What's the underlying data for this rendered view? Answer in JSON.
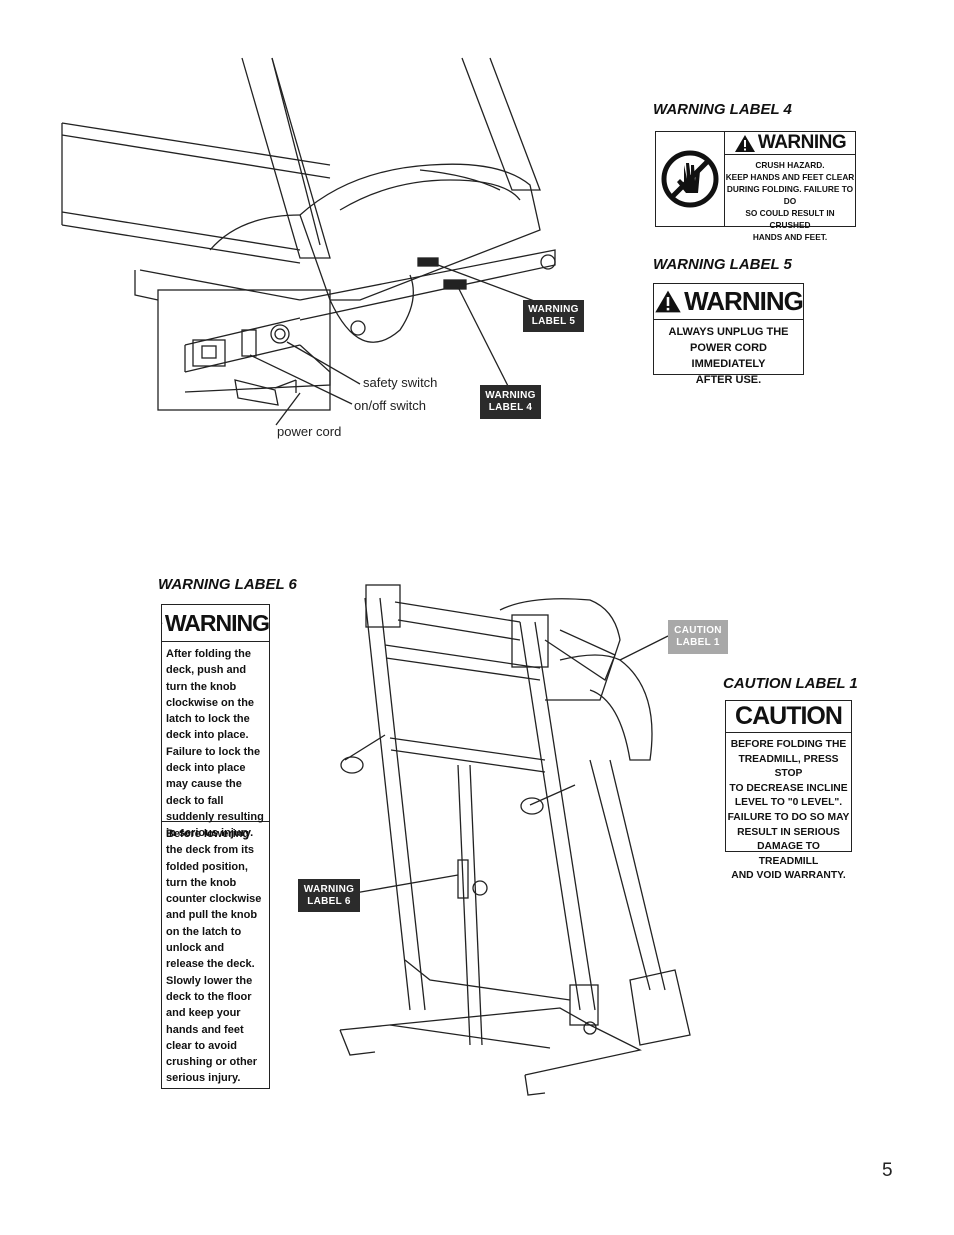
{
  "captions": {
    "warning_label_4": "WARNING LABEL 4",
    "warning_label_5": "WARNING LABEL 5",
    "warning_label_6": "WARNING LABEL 6",
    "caution_label_1": "CAUTION LABEL 1"
  },
  "callouts": {
    "warning_label_5": "WARNING\nLABEL 5",
    "warning_label_4": "WARNING\nLABEL 4",
    "caution_label_1": "CAUTION\nLABEL 1",
    "warning_label_6": "WARNING\nLABEL 6"
  },
  "diagram_labels": {
    "safety_switch": "safety switch",
    "on_off_switch": "on/off switch",
    "power_cord": "power cord"
  },
  "labels": {
    "wl4": {
      "heading": "WARNING",
      "body": "CRUSH HAZARD.\nKEEP HANDS AND FEET CLEAR\nDURING FOLDING. FAILURE TO DO\nSO COULD RESULT IN CRUSHED\nHANDS AND FEET."
    },
    "wl5": {
      "heading": "WARNING",
      "body": "ALWAYS UNPLUG THE\nPOWER CORD IMMEDIATELY\nAFTER USE."
    },
    "wl6": {
      "heading": "WARNING",
      "paragraph1": "After folding the deck, push and turn the knob clockwise on the latch to lock the deck into place. Failure to lock the deck into place may cause the deck to fall suddenly resulting in serious injury.",
      "paragraph2": "Before lowering the deck from its folded position, turn the knob counter clockwise and pull the knob on the latch to unlock and release the deck. Slowly lower the deck to the floor and keep your hands and feet clear to avoid crushing or other serious injury."
    },
    "cl1": {
      "heading": "CAUTION",
      "body": "BEFORE FOLDING THE\nTREADMILL, PRESS STOP\nTO DECREASE INCLINE\nLEVEL TO \"0 LEVEL\".\nFAILURE TO DO SO MAY\nRESULT IN SERIOUS\nDAMAGE TO TREADMILL\nAND VOID WARRANTY."
    }
  },
  "page_number": "5"
}
